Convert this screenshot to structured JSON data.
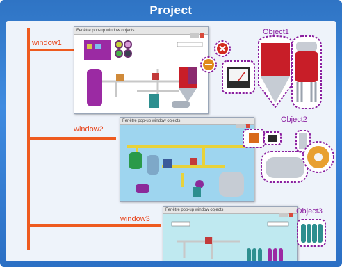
{
  "title": "Project",
  "windows": [
    {
      "label": "window1",
      "window_title": "Fenêtre pop-up window objects"
    },
    {
      "label": "window2",
      "window_title": "Fenêtre pop-up window objects"
    },
    {
      "label": "window3",
      "window_title": "Fenêtre pop-up window objects"
    }
  ],
  "objects": [
    {
      "label": "Object1"
    },
    {
      "label": "Object2"
    },
    {
      "label": "Object3"
    }
  ],
  "colors": {
    "frame": "#2f74c4",
    "connector": "#ee5a1f",
    "object_outline": "#8b1fa0",
    "window_label": "#e8431a"
  }
}
